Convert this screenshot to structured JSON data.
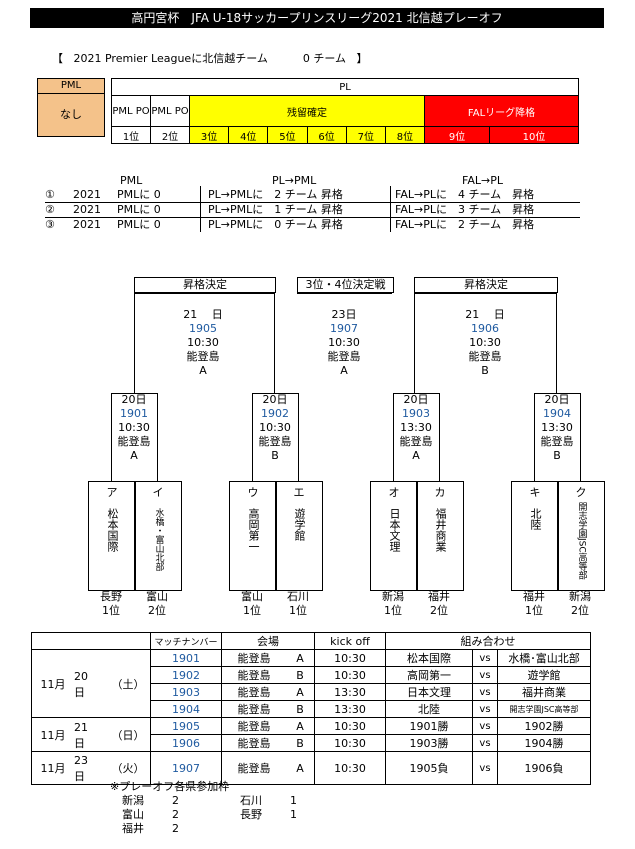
{
  "title": "高円宮杯　JFA U-18サッカープリンスリーグ2021 北信越プレーオフ",
  "pl_line": {
    "open": "【",
    "text": "2021 Premier Leagueに北信越チーム",
    "count": "0 チーム",
    "close": "】"
  },
  "pml_box": {
    "header": "PML",
    "value": "なし"
  },
  "top_table": {
    "pl_header": "PL",
    "pml_po_1": "PML PO",
    "pml_po_2": "PML PO",
    "zanryu": "残留確定",
    "fal": "FALリーグ降格",
    "ranks": [
      "1位",
      "2位",
      "3位",
      "4位",
      "5位",
      "6位",
      "7位",
      "8位",
      "9位",
      "10位"
    ]
  },
  "scenario_headers": {
    "pml": "PML",
    "pl_pml": "PL→PML",
    "fal_pl": "FAL→PL"
  },
  "scenarios": [
    {
      "num": "①",
      "year": "2021",
      "pml": "PMLに 0",
      "pl": "PL→PMLに　2 チーム 昇格",
      "fal": "FAL→PLに　4 チーム　昇格"
    },
    {
      "num": "②",
      "year": "2021",
      "pml": "PMLに 0",
      "pl": "PL→PMLに　1 チーム 昇格",
      "fal": "FAL→PLに　3 チーム　昇格"
    },
    {
      "num": "③",
      "year": "2021",
      "pml": "PMLに 0",
      "pl": "PL→PMLに　0 チーム 昇格",
      "fal": "FAL→PLに　2 チーム　昇格"
    }
  ],
  "bracket": {
    "left_final": {
      "label": "昇格決定",
      "date": "21　 日",
      "match": "1905",
      "time": "10:30",
      "venue": "能登島",
      "court": "A"
    },
    "third": {
      "label": "3位・4位決定戦",
      "date": "23日",
      "match": "1907",
      "time": "10:30",
      "venue": "能登島",
      "court": "A"
    },
    "right_final": {
      "label": "昇格決定",
      "date": "21　 日",
      "match": "1906",
      "time": "10:30",
      "venue": "能登島",
      "court": "B"
    },
    "semis": [
      {
        "date": "20日",
        "match": "1901",
        "time": "10:30",
        "venue": "能登島",
        "court": "A"
      },
      {
        "date": "20日",
        "match": "1902",
        "time": "10:30",
        "venue": "能登島",
        "court": "B"
      },
      {
        "date": "20日",
        "match": "1903",
        "time": "13:30",
        "venue": "能登島",
        "court": "A"
      },
      {
        "date": "20日",
        "match": "1904",
        "time": "13:30",
        "venue": "能登島",
        "court": "B"
      }
    ],
    "teams": [
      {
        "letter": "ア",
        "name": "松本国際",
        "pref": "長野",
        "rank": "1位"
      },
      {
        "letter": "イ",
        "name": "水橋・富山北部",
        "pref": "富山",
        "rank": "2位"
      },
      {
        "letter": "ウ",
        "name": "高岡第一",
        "pref": "富山",
        "rank": "1位"
      },
      {
        "letter": "エ",
        "name": "遊学館",
        "pref": "石川",
        "rank": "1位"
      },
      {
        "letter": "オ",
        "name": "日本文理",
        "pref": "新潟",
        "rank": "1位"
      },
      {
        "letter": "カ",
        "name": "福井商業",
        "pref": "福井",
        "rank": "2位"
      },
      {
        "letter": "キ",
        "name": "北陸",
        "pref": "福井",
        "rank": "1位"
      },
      {
        "letter": "ク",
        "name": "開志学園JSC高等部",
        "pref": "新潟",
        "rank": "2位"
      }
    ]
  },
  "schedule": {
    "headers": {
      "match": "マッチナンバー",
      "venue": "会場",
      "kickoff": "kick off",
      "pairing": "組み合わせ"
    },
    "days": [
      {
        "month": "11月",
        "day": "20",
        "nichi": "日",
        "dow": "（土）"
      },
      {
        "month": "11月",
        "day": "21",
        "nichi": "日",
        "dow": "（日）"
      },
      {
        "month": "11月",
        "day": "23",
        "nichi": "日",
        "dow": "（火）"
      }
    ],
    "rows": [
      {
        "match": "1901",
        "venue": "能登島",
        "court": "A",
        "time": "10:30",
        "home": "松本国際",
        "vs": "vs",
        "away": "水橋･富山北部"
      },
      {
        "match": "1902",
        "venue": "能登島",
        "court": "B",
        "time": "10:30",
        "home": "高岡第一",
        "vs": "vs",
        "away": "遊学館"
      },
      {
        "match": "1903",
        "venue": "能登島",
        "court": "A",
        "time": "13:30",
        "home": "日本文理",
        "vs": "vs",
        "away": "福井商業"
      },
      {
        "match": "1904",
        "venue": "能登島",
        "court": "B",
        "time": "13:30",
        "home": "北陸",
        "vs": "vs",
        "away": "開志学園JSC高等部"
      },
      {
        "match": "1905",
        "venue": "能登島",
        "court": "A",
        "time": "10:30",
        "home": "1901勝",
        "vs": "vs",
        "away": "1902勝"
      },
      {
        "match": "1906",
        "venue": "能登島",
        "court": "B",
        "time": "10:30",
        "home": "1903勝",
        "vs": "vs",
        "away": "1904勝"
      },
      {
        "match": "1907",
        "venue": "能登島",
        "court": "A",
        "time": "10:30",
        "home": "1905負",
        "vs": "vs",
        "away": "1906負"
      }
    ]
  },
  "notes": {
    "title": "※プレーオフ各県参加枠",
    "rows": [
      {
        "p1": "新潟",
        "n1": "2",
        "p2": "石川",
        "n2": "1"
      },
      {
        "p1": "富山",
        "n1": "2",
        "p2": "長野",
        "n2": "1"
      },
      {
        "p1": "福井",
        "n1": "2",
        "p2": "",
        "n2": ""
      }
    ]
  }
}
